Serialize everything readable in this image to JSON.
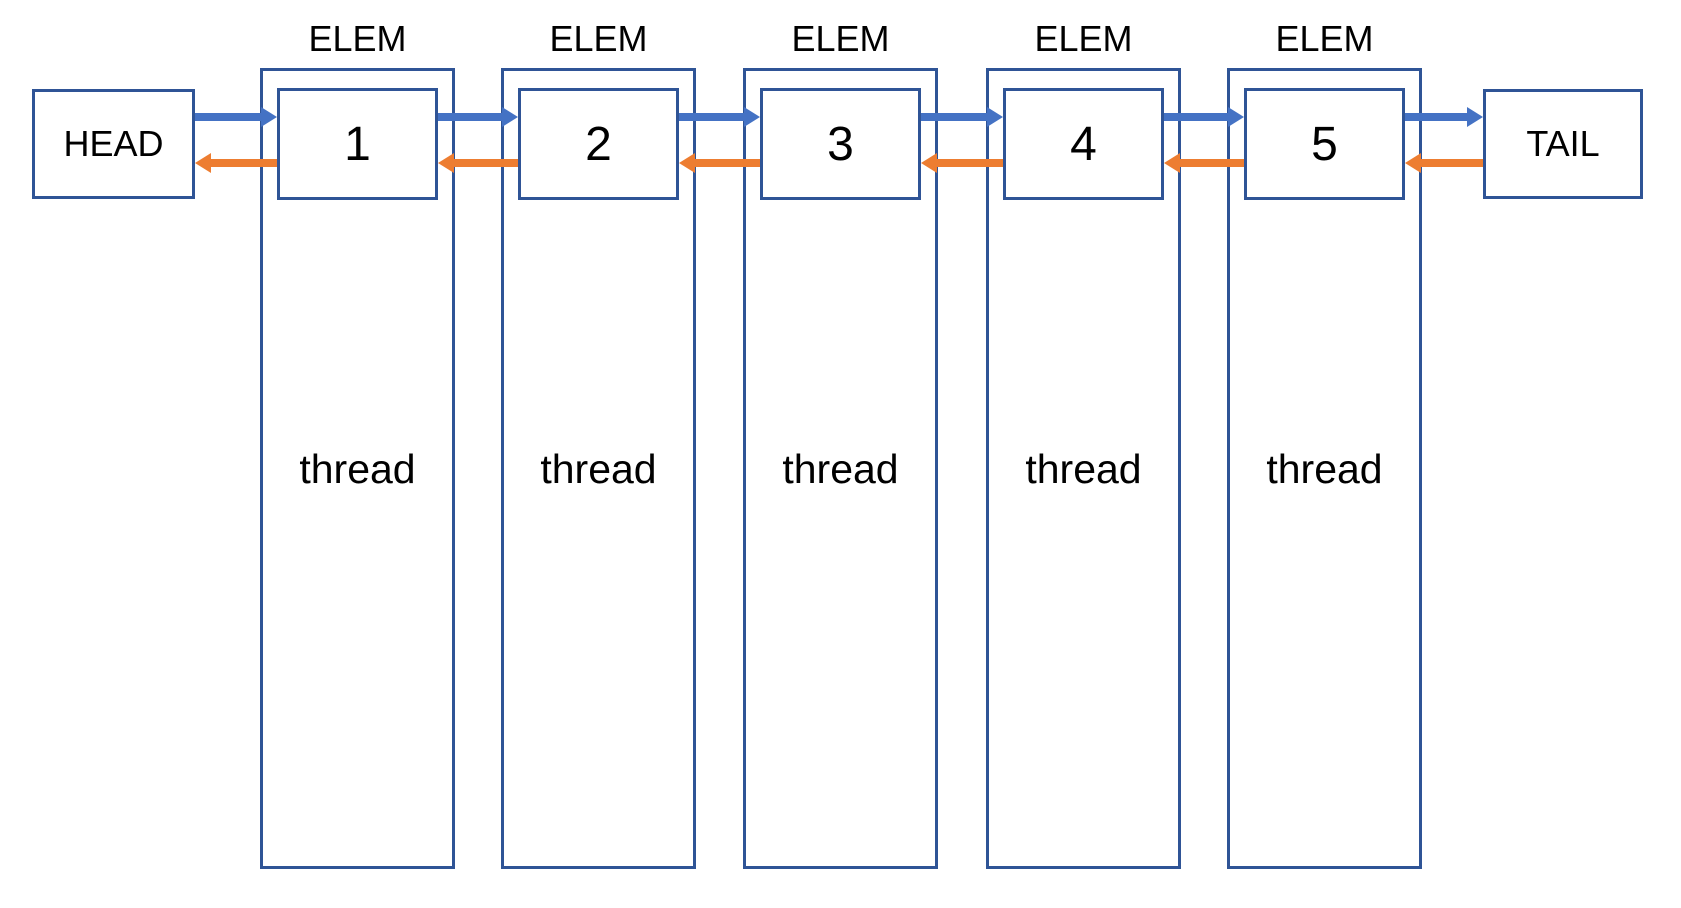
{
  "diagram": {
    "type": "doubly-linked-list",
    "head": {
      "label": "HEAD"
    },
    "tail": {
      "label": "TAIL"
    },
    "elements": [
      {
        "title": "ELEM",
        "value": "1",
        "body": "thread"
      },
      {
        "title": "ELEM",
        "value": "2",
        "body": "thread"
      },
      {
        "title": "ELEM",
        "value": "3",
        "body": "thread"
      },
      {
        "title": "ELEM",
        "value": "4",
        "body": "thread"
      },
      {
        "title": "ELEM",
        "value": "5",
        "body": "thread"
      }
    ],
    "colors": {
      "box_border": "#2F5496",
      "forward_arrow": "#4472C4",
      "backward_arrow": "#ED7D31",
      "text": "#000000",
      "background": "#FFFFFF"
    }
  }
}
